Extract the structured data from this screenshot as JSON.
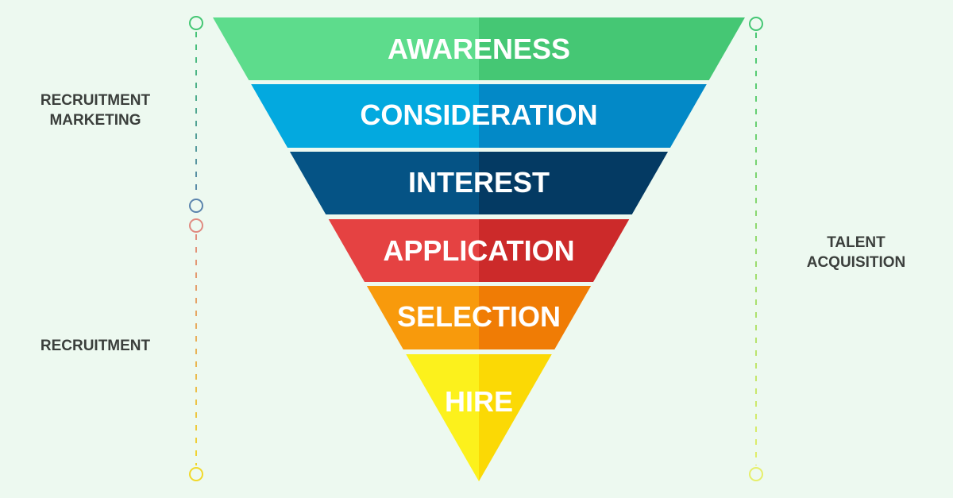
{
  "funnel": {
    "stages": [
      {
        "label": "AWARENESS",
        "color_left": "#5ddc8c",
        "color_right": "#45c774"
      },
      {
        "label": "CONSIDERATION",
        "color_left": "#03a9df",
        "color_right": "#0389c7"
      },
      {
        "label": "INTEREST",
        "color_left": "#055385",
        "color_right": "#043a63"
      },
      {
        "label": "APPLICATION",
        "color_left": "#e54242",
        "color_right": "#cc2a2a"
      },
      {
        "label": "SELECTION",
        "color_left": "#f89a0c",
        "color_right": "#f07c05"
      },
      {
        "label": "HIRE",
        "color_left": "#fcf11c",
        "color_right": "#fbd905"
      }
    ]
  },
  "side_labels": {
    "recruitment_marketing": [
      "RECRUITMENT",
      "MARKETING"
    ],
    "recruitment": [
      "RECRUITMENT"
    ],
    "talent_acquisition": [
      "TALENT",
      "ACQUISITION"
    ]
  },
  "brackets": {
    "recruitment_marketing": {
      "top_color": "#45c774",
      "bottom_color": "#5b84ad"
    },
    "recruitment": {
      "top_color": "#e08a80",
      "bottom_color": "#f1d92a"
    },
    "talent_acquisition": {
      "top_color": "#45c774",
      "bottom_color": "#e6ef6a"
    }
  }
}
